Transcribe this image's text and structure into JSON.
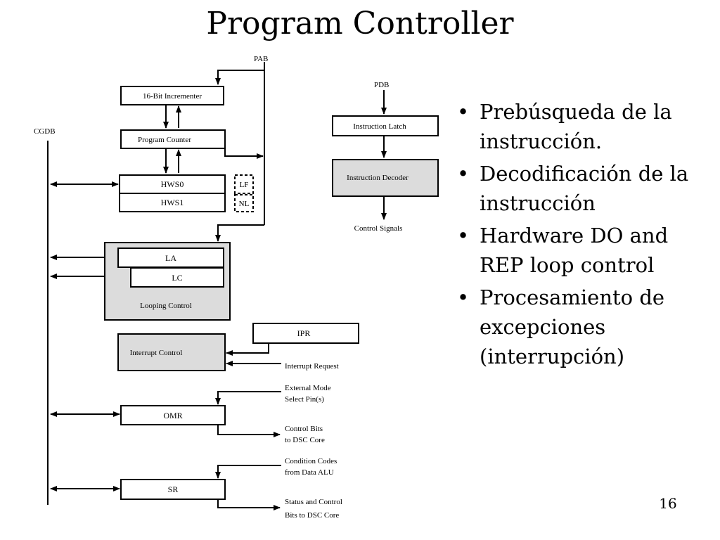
{
  "title": "Program Controller",
  "page_number": "16",
  "bullets": [
    "Prebúsqueda de la instrucción.",
    "Decodificación de la instrucción",
    "Hardware DO and REP loop control",
    "Procesamiento de excepciones (interrupción)"
  ],
  "diagram": {
    "pab": "PAB",
    "pdb": "PDB",
    "cgdb": "CGDB",
    "incrementer": "16-Bit Incrementer",
    "program_counter": "Program Counter",
    "hws0": "HWS0",
    "hws1": "HWS1",
    "lf": "LF",
    "nl": "NL",
    "la": "LA",
    "lc": "LC",
    "looping_control": "Looping Control",
    "interrupt_control": "Interrupt Control",
    "ipr": "IPR",
    "interrupt_request": "Interrupt Request",
    "external_mode_1": "External Mode",
    "external_mode_2": "Select Pin(s)",
    "omr": "OMR",
    "control_bits_1": "Control Bits",
    "control_bits_2": "to DSC Core",
    "condition_codes_1": "Condition Codes",
    "condition_codes_2": "from Data ALU",
    "sr": "SR",
    "status_bits_1": "Status and Control",
    "status_bits_2": "Bits to DSC Core",
    "instruction_latch": "Instruction Latch",
    "instruction_decoder": "Instruction Decoder",
    "control_signals": "Control Signals"
  },
  "colors": {
    "shaded_block": "#dcdcdc",
    "line": "#000000"
  }
}
